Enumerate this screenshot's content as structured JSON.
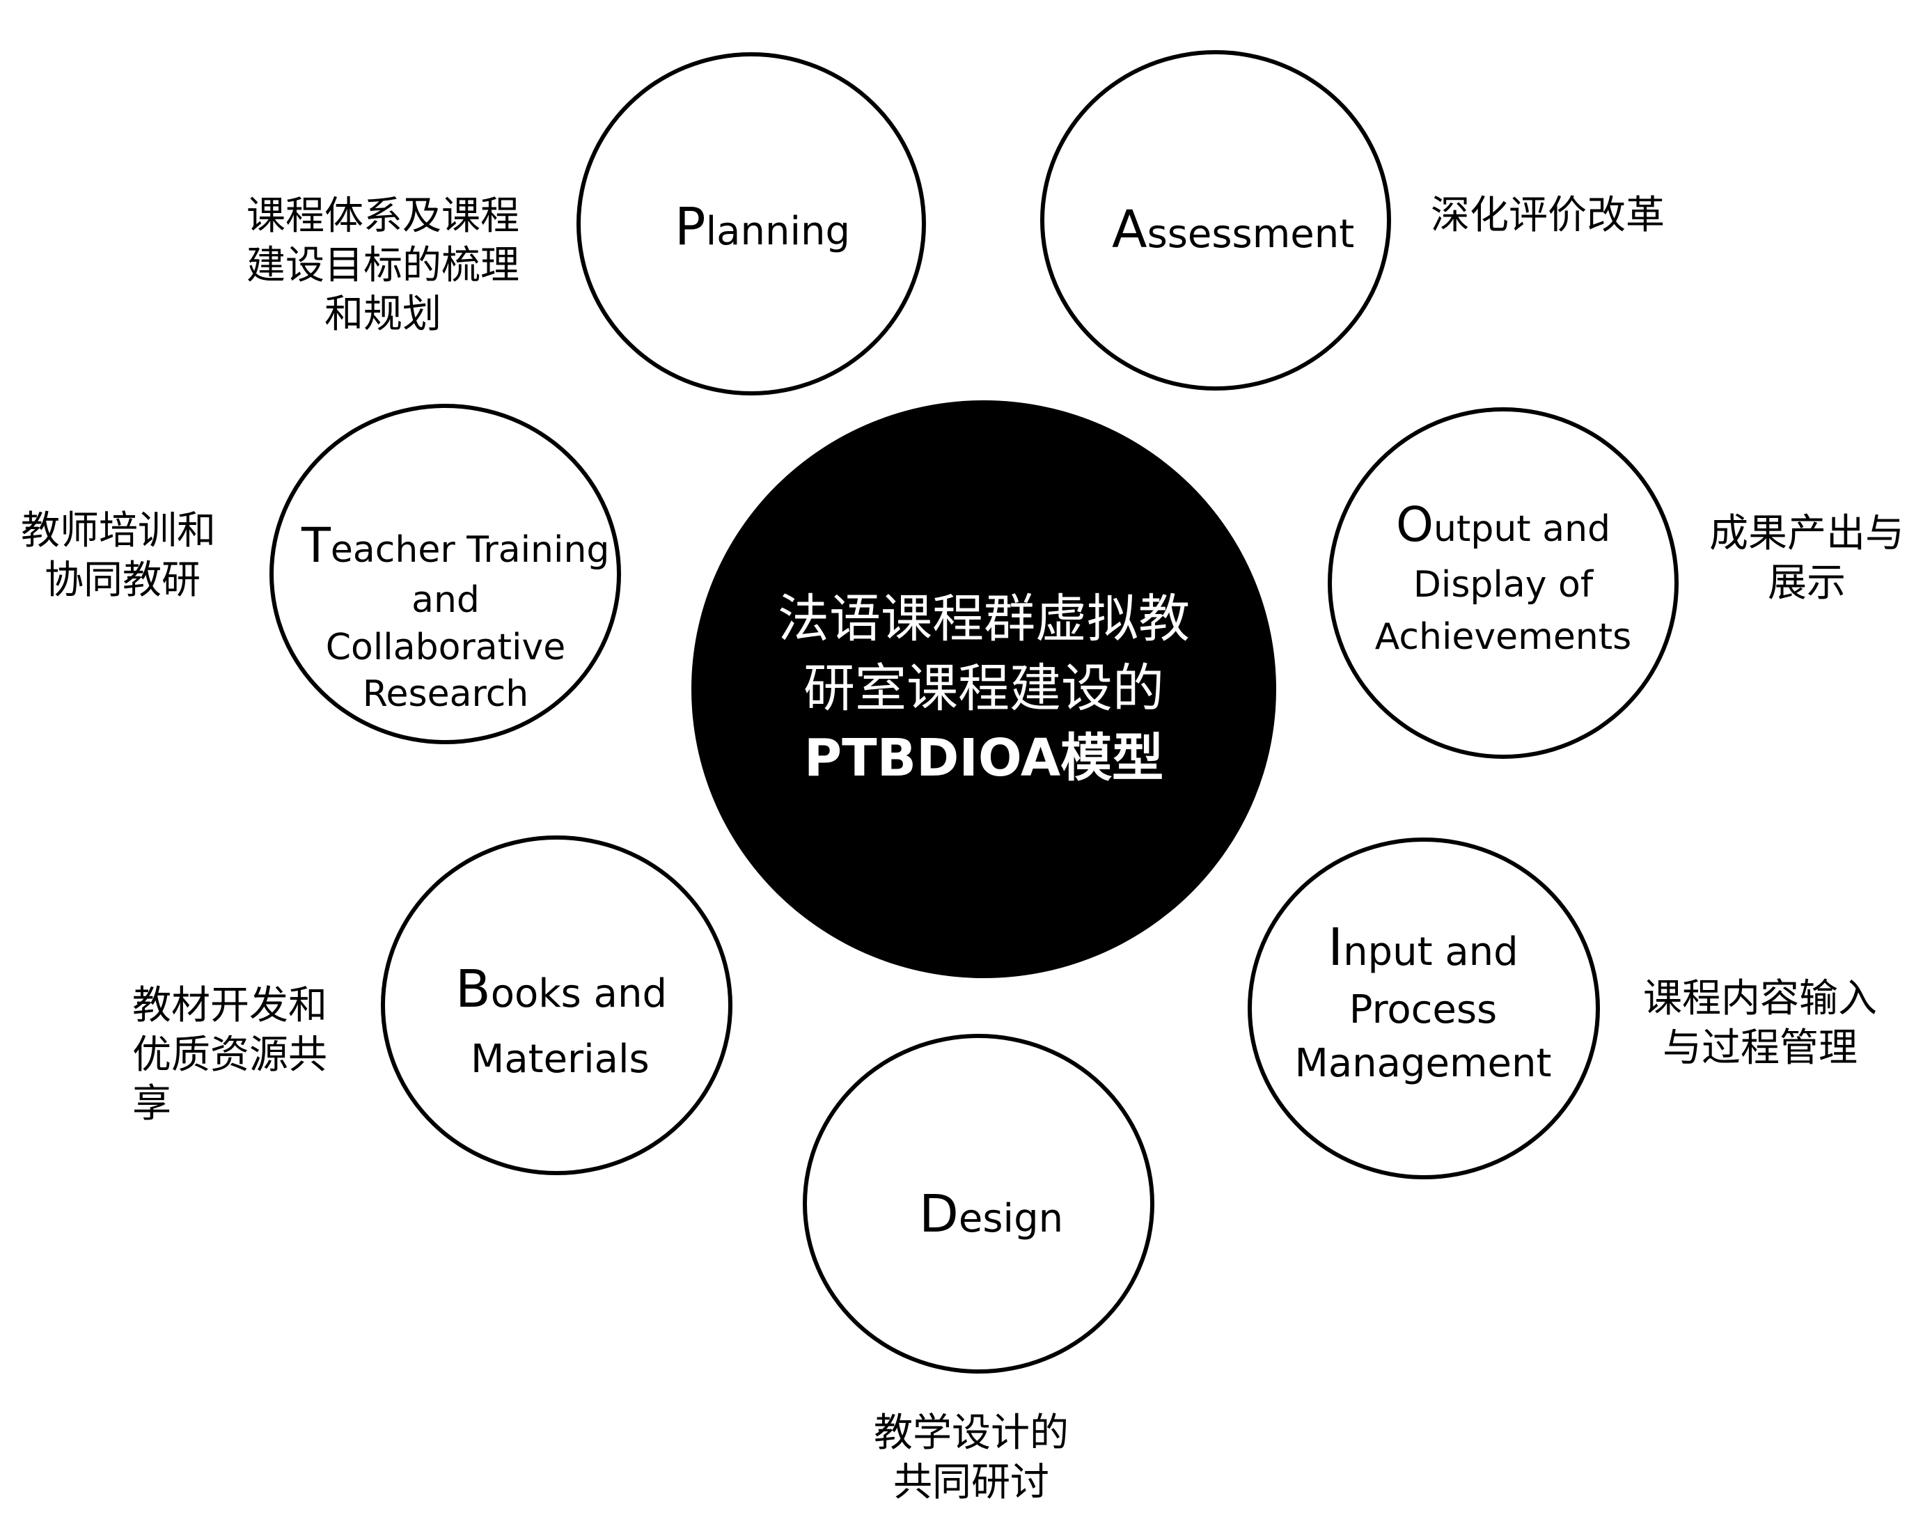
{
  "center": {
    "line1": "法语课程群虚拟教",
    "line2": "研室课程建设的",
    "line3": "PTBDIOA模型"
  },
  "elements": {
    "planning": {
      "initial": "P",
      "rest": "lanning",
      "note": [
        "课程体系及课程",
        "建设目标的梳理",
        "和规划"
      ]
    },
    "assessment": {
      "initial": "A",
      "rest": "ssessment",
      "note": [
        "深化评价改革"
      ]
    },
    "teacher": {
      "initial": "T",
      "rest": "eacher Training",
      "line2": "and",
      "line3": "Collaborative",
      "line4": "Research",
      "note": [
        "教师培训和",
        "协同教研"
      ]
    },
    "output": {
      "initial": "O",
      "rest": "utput and",
      "line2": "Display of",
      "line3": "Achievements",
      "note": [
        "成果产出与",
        "展示"
      ]
    },
    "books": {
      "initial": "B",
      "rest": "ooks and",
      "line2": "Materials",
      "note": [
        "教材开发和",
        "优质资源共",
        "享"
      ]
    },
    "input": {
      "initial": "I",
      "rest": "nput and",
      "line2": "Process",
      "line3": "Management",
      "note": [
        "课程内容输入",
        "与过程管理"
      ]
    },
    "design": {
      "initial": "D",
      "rest": "esign",
      "note": [
        "教学设计的",
        "共同研讨"
      ]
    }
  }
}
